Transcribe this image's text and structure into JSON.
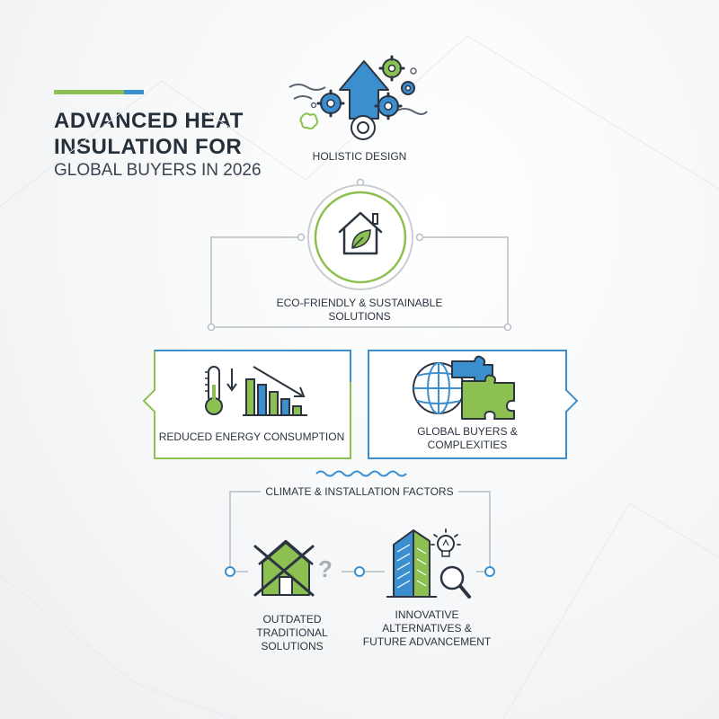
{
  "header": {
    "title_line1": "ADVANCED HEAT",
    "title_line2": "INSULATION FOR",
    "subtitle": "GLOBAL BUYERS IN 2026"
  },
  "nodes": {
    "holistic": "HOLISTIC DESIGN",
    "eco_line1": "ECO-FRIENDLY & SUSTAINABLE",
    "eco_line2": "SOLUTIONS",
    "energy": "REDUCED ENERGY CONSUMPTION",
    "global_line1": "GLOBAL BUYERS &",
    "global_line2": "COMPLEXITIES",
    "climate": "CLIMATE & INSTALLATION FACTORS",
    "outdated_line1": "OUTDATED",
    "outdated_line2": "TRADITIONAL",
    "outdated_line3": "SOLUTIONS",
    "innov_line1": "INNOVATIVE",
    "innov_line2": "ALTERNATIVES &",
    "innov_line3": "FUTURE ADVANCEMENT"
  },
  "icons": {
    "holistic": "gears-arrow-icon",
    "eco": "house-leaf-icon",
    "energy": "thermometer-chart-icon",
    "global": "globe-puzzle-icon",
    "outdated": "crossed-house-icon",
    "innov": "building-bulb-magnifier-icon"
  },
  "colors": {
    "green": "#8cc152",
    "blue": "#3b8fcf",
    "dark": "#2b3440",
    "line": "#b8bec5"
  }
}
